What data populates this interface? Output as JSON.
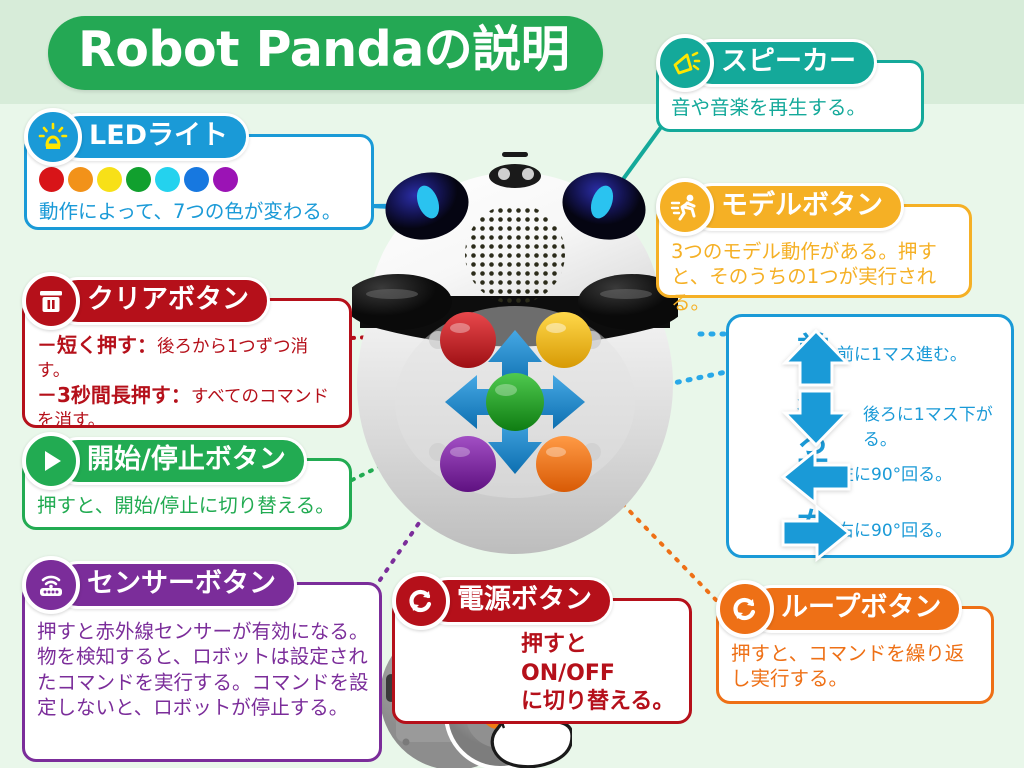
{
  "page": {
    "title": "Robot Pandaの説明",
    "bg_top_color": "#d7ecd9",
    "bg_bottom_color": "#e9f7ea",
    "title_color": "#24a854"
  },
  "cards": {
    "led": {
      "icon": "beacon-light-icon",
      "label": "LEDライト",
      "color": "#1a9ad7",
      "text": "動作によって、7つの色が変わる。",
      "dot_colors": [
        "#d81418",
        "#f29219",
        "#f7e018",
        "#11a02e",
        "#24d2ee",
        "#1778e0",
        "#9b13b5"
      ],
      "dot_count": "7"
    },
    "clear": {
      "icon": "trash-can-icon",
      "label": "クリアボタン",
      "color": "#b5101a",
      "line1_bold": "－短く押す：",
      "line1_rest": "後ろから1つずつ消す。",
      "line2_bold": "－3秒間長押す：",
      "line2_rest": "すべてのコマンド",
      "line3": "を消す。"
    },
    "start": {
      "icon": "play-triangle-icon",
      "label": "開始/停止ボタン",
      "color": "#22ab52",
      "text": "押すと、開始/停止に切り替える。"
    },
    "sensor": {
      "icon": "wifi-sensor-icon",
      "label": "センサーボタン",
      "color": "#7b2d9a",
      "text": "押すと赤外線センサーが有効になる。物を検知すると、ロボットは設定されたコマンドを実行する。コマンドを設定しないと、ロボットが停止する。"
    },
    "speaker": {
      "icon": "megaphone-icon",
      "label": "スピーカー",
      "color": "#14a99a",
      "text": "音や音楽を再生する。"
    },
    "model": {
      "icon": "running-person-icon",
      "label": "モデルボタン",
      "color": "#f5b025",
      "text": "3つのモデル動作がある。押すと、そのうちの1つが実行される。"
    },
    "power": {
      "icon": "power-loop-icon",
      "label": "電源ボタン",
      "color": "#b5101a",
      "text_line1": "押すとON/OFF",
      "text_line2": "に切り替える。"
    },
    "loop": {
      "icon": "loop-arrows-icon",
      "label": "ループボタン",
      "color": "#ee7016",
      "text": "押すと、コマンドを繰り返し実行する。"
    }
  },
  "directions": {
    "color": "#1a9ad7",
    "items": [
      {
        "icon": "arrow-up-icon",
        "jp": "前",
        "desc": "前に1マス進む。"
      },
      {
        "icon": "arrow-down-icon",
        "jp": "後ろ",
        "desc": "後ろに1マス下がる。"
      },
      {
        "icon": "arrow-left-icon",
        "jp": "左",
        "desc": "左に90°回る。"
      },
      {
        "icon": "arrow-right-icon",
        "jp": "右",
        "desc": "右に90°回る。"
      }
    ]
  },
  "robot": {
    "name": "robot-panda-photo",
    "buttons": {
      "clear": "#cc1f24",
      "model": "#f2b60e",
      "sensor": "#7b1fa2",
      "loop": "#ee7016",
      "start_stop": "#1fa01f",
      "arrows": "#1a8fd4"
    },
    "led_eye_color": "#2ac3f0",
    "body_dark": "#111111",
    "body_light": "#f4f4f4"
  },
  "power_photo": {
    "name": "robot-underside-photo",
    "power_knob_color": "#ef7b13",
    "arrow_color": "#ef7b13",
    "hand_color": "#ffffff"
  }
}
